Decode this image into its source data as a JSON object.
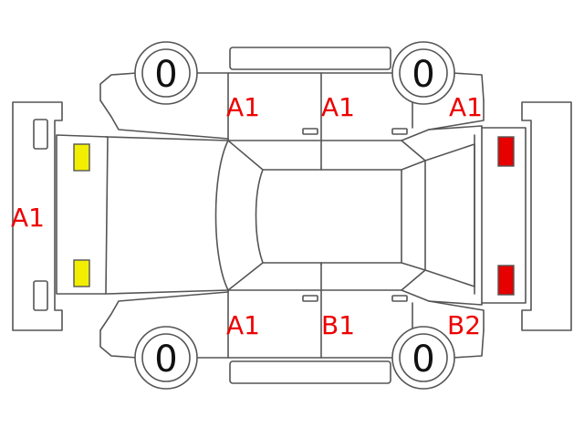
{
  "colors": {
    "damage_text": "#ee0000",
    "outline": "#555555",
    "front_lamp": "#f2ee00",
    "rear_lamp": "#e60000"
  },
  "tires": {
    "front_left": "0",
    "rear_left": "0",
    "front_right": "0",
    "rear_right": "0"
  },
  "damage_codes": {
    "front_bumper": "A1",
    "left_front_door": "A1",
    "left_rear_door": "A1",
    "left_rear_quarter": "A1",
    "right_front_door": "A1",
    "right_rear_door": "B1",
    "right_rear_quarter": "B2"
  }
}
